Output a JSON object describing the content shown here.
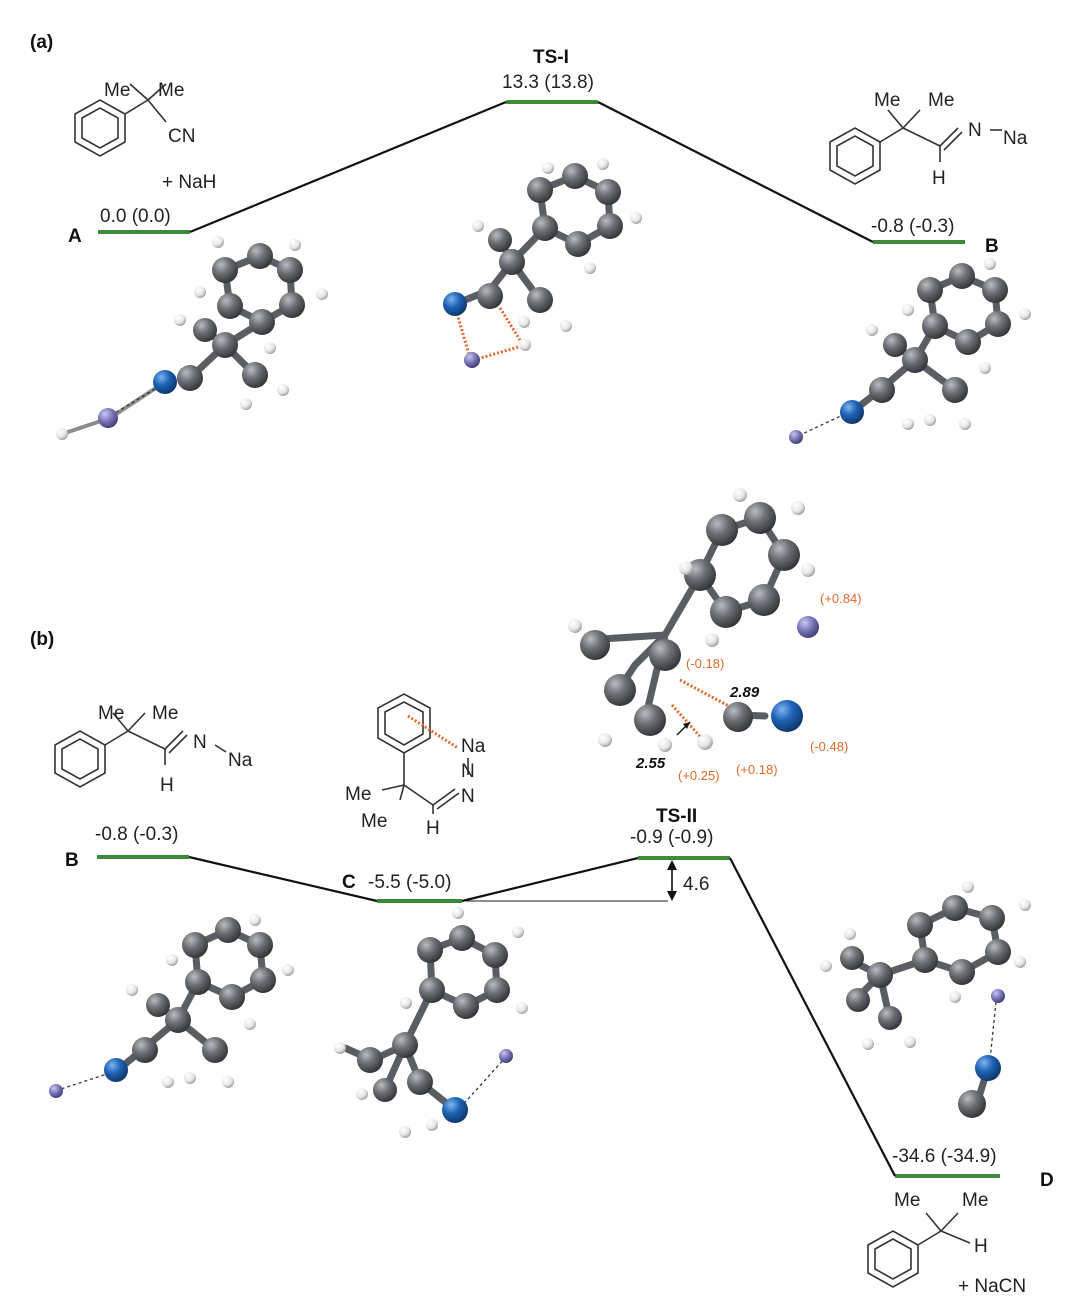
{
  "panels": {
    "a": "(a)",
    "b": "(b)"
  },
  "panel_a": {
    "A": {
      "letter": "A",
      "energy": "0.0 (0.0)",
      "reagent": "+ NaH",
      "me1": "Me",
      "me2": "Me",
      "cn": "CN"
    },
    "TS1": {
      "label": "TS-I",
      "energy": "13.3 (13.8)"
    },
    "B": {
      "letter": "B",
      "energy": "-0.8 (-0.3)",
      "me1": "Me",
      "me2": "Me",
      "n": "N",
      "na": "Na",
      "h": "H"
    }
  },
  "panel_b": {
    "B": {
      "letter": "B",
      "energy": "-0.8 (-0.3)",
      "me1": "Me",
      "me2": "Me",
      "n": "N",
      "na": "Na",
      "h": "H"
    },
    "C": {
      "letter": "C",
      "energy": "-5.5 (-5.0)",
      "na": "Na",
      "n1": "N",
      "n2": "N",
      "me1": "Me",
      "me2": "Me",
      "h": "H"
    },
    "TS2": {
      "label": "TS-II",
      "energy": "-0.9 (-0.9)",
      "barrier": "4.6"
    },
    "D": {
      "letter": "D",
      "energy": "-34.6 (-34.9)",
      "reagent": "+ NaCN",
      "me1": "Me",
      "me2": "Me",
      "h": "H"
    },
    "ts_charges": {
      "na": "(+0.84)",
      "c_ipso": "(-0.18)",
      "n": "(-0.48)",
      "h": "(+0.25)",
      "c": "(+0.18)"
    },
    "ts_distances": {
      "d1": "2.89",
      "d2": "2.55"
    }
  },
  "colors": {
    "level": "#3a8a3a",
    "carbon": "#5f6267",
    "hydrogen": "#f2f2f2",
    "nitrogen": "#1f63b5",
    "sodium": "#7a76b8",
    "ts_bond": "#e06a2a"
  }
}
